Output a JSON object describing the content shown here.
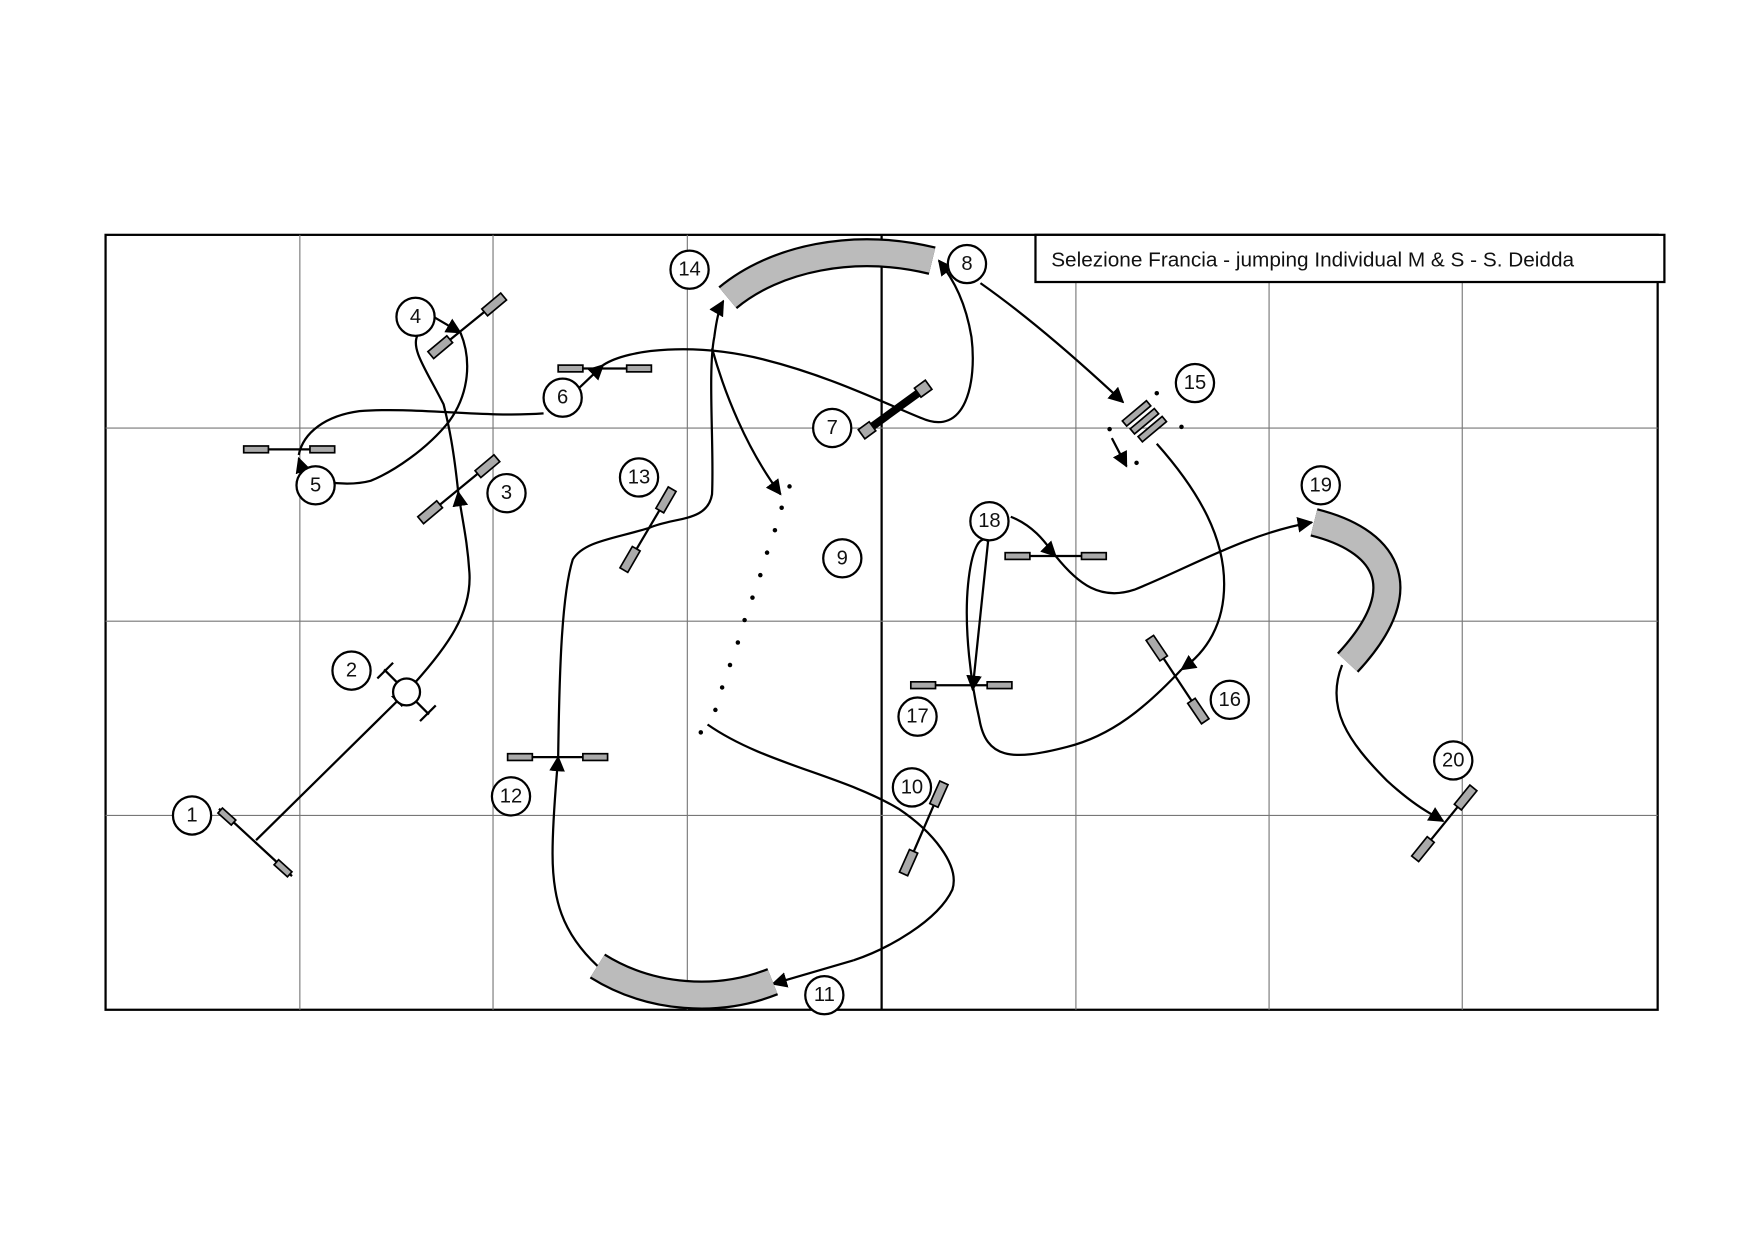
{
  "title": "Selezione Francia  - jumping Individual M & S - S. Deidda",
  "obstacles": [
    {
      "number": "1"
    },
    {
      "number": "2"
    },
    {
      "number": "3"
    },
    {
      "number": "4"
    },
    {
      "number": "5"
    },
    {
      "number": "6"
    },
    {
      "number": "7"
    },
    {
      "number": "8"
    },
    {
      "number": "9"
    },
    {
      "number": "10"
    },
    {
      "number": "11"
    },
    {
      "number": "12"
    },
    {
      "number": "13"
    },
    {
      "number": "14"
    },
    {
      "number": "15"
    },
    {
      "number": "16"
    },
    {
      "number": "17"
    },
    {
      "number": "18"
    },
    {
      "number": "19"
    },
    {
      "number": "20"
    }
  ],
  "colors": {
    "tunnel": "#bbbbbb",
    "wing": "#aaaaaa",
    "line": "#000000"
  }
}
